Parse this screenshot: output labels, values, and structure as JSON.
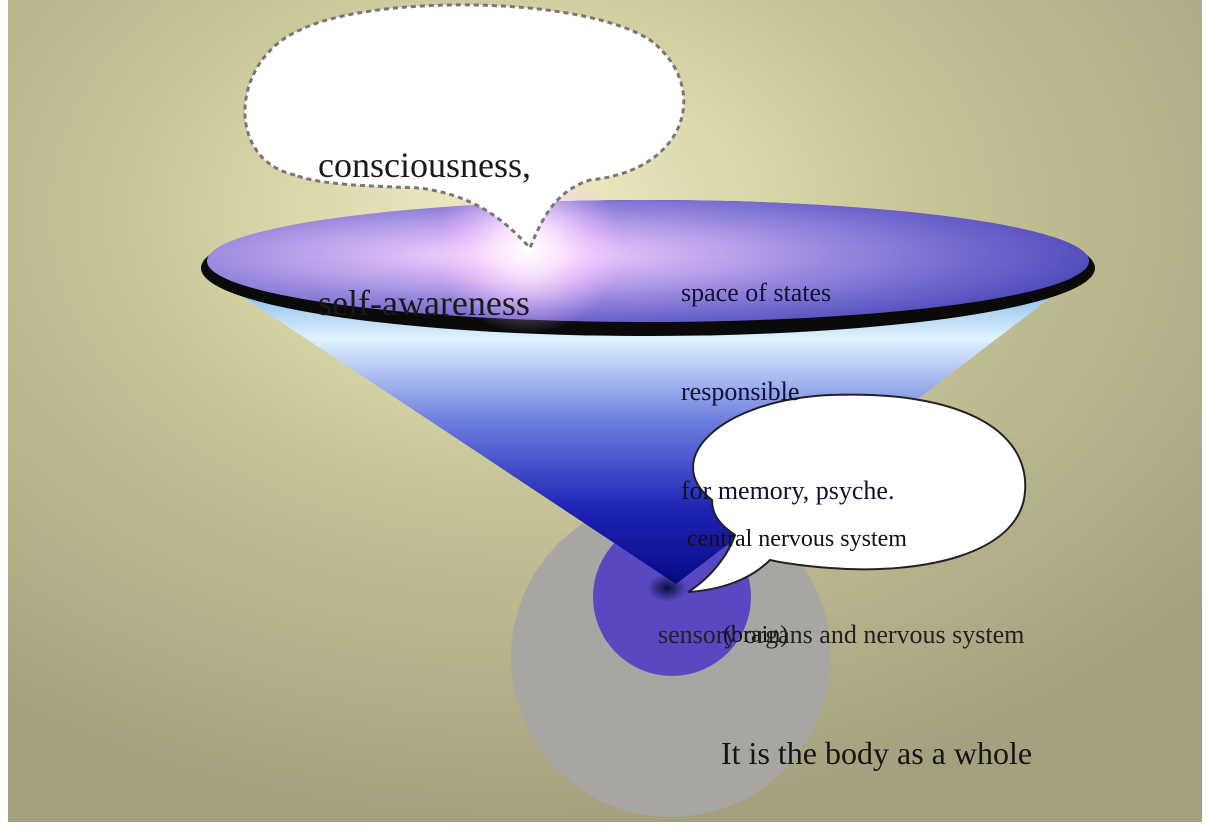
{
  "colors": {
    "background_light": "#f1efc4",
    "background_dark": "#a3a07e",
    "cone_top": "#dff2ff",
    "cone_bottom": "#060a86",
    "disk_light": "#f4e6ff",
    "disk_dark": "#3d3ab4",
    "body_circle": "#a8a6a2",
    "nervous_circle": "#5a48c2"
  },
  "diagram": {
    "thought_bubble": {
      "lines": [
        "consciousness,",
        "self-awareness"
      ]
    },
    "states_space": {
      "lines": [
        "space of states",
        "responsible",
        "for memory, psyche."
      ]
    },
    "cns_bubble": {
      "lines": [
        "central nervous system",
        "      (brain)"
      ]
    },
    "sensory_label": "sensory organs and nervous system",
    "body_label": "It is the body as a whole"
  }
}
